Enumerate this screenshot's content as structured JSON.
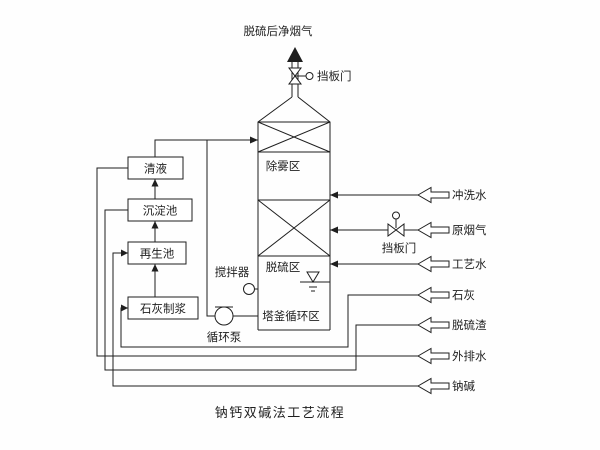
{
  "diagram": {
    "title": "钠钙双碱法工艺流程",
    "outlet": {
      "label": "脱硫后净烟气",
      "damper": "挡板门"
    },
    "inlet_damper": "挡板门",
    "tower": {
      "demister": "除雾区",
      "absorber": "脱硫区",
      "sump": "塔釜循环区"
    },
    "tanks": {
      "clear": "清液",
      "sediment": "沉淀池",
      "regen": "再生池",
      "lime_slurry": "石灰制浆"
    },
    "agitator": "搅拌器",
    "pump": "循环泵",
    "streams": {
      "flush_water": "冲洗水",
      "raw_flue_gas": "原烟气",
      "process_water": "工艺水",
      "lime": "石灰",
      "residue": "脱硫渣",
      "drain": "外排水",
      "sodium_alkali": "钠碱"
    },
    "colors": {
      "line": "#1f1f1f",
      "background": "#ffffff"
    }
  }
}
